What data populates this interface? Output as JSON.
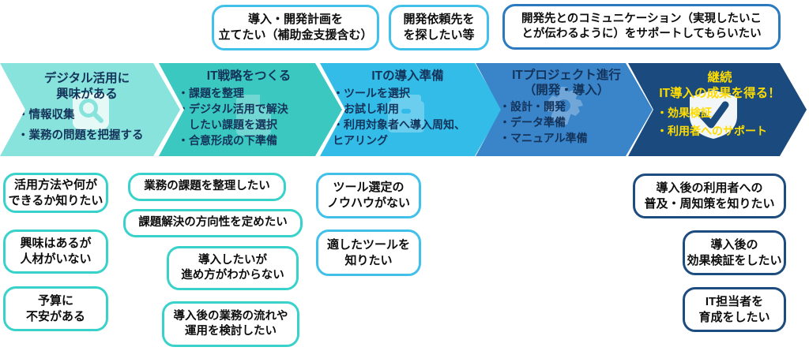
{
  "colors": {
    "stage1_fill": "#87E3DC",
    "stage2_fill": "#3BC8C1",
    "stage3_fill": "#33BCE8",
    "stage4_fill": "#3A84C9",
    "stage5_fill": "#1B4B7E",
    "stage_text": "#14335A",
    "stage5_text": "#FFDC00",
    "border_sky": "#41C1EA",
    "border_blue": "#2B7AC0",
    "border_turquoise": "#38D2CB",
    "border_navy": "#1D4C7E"
  },
  "top_callouts": [
    {
      "lines": [
        "導入・開発計画を",
        "立てたい（補助金支援含む）"
      ]
    },
    {
      "lines": [
        "開発依頼先を",
        "を探したい等"
      ]
    },
    {
      "lines": [
        "開発先とのコミュニケーション（実現したいこ",
        "とが伝わるように）をサポートしてもらいたい"
      ]
    }
  ],
  "stages": [
    {
      "title_lines": [
        "デジタル活用に",
        "興味がある"
      ],
      "bullets": [
        "・情報収集",
        "・業務の問題を把握する"
      ],
      "icon": "magnifier-icon",
      "fill": "#87E3DC"
    },
    {
      "title_lines": [
        "IT戦略をつくる"
      ],
      "bullets": [
        "・課題を整理",
        "・デジタル活用で解決",
        "　したい課題を選択",
        "・合意形成の下準備"
      ],
      "icon": "document-icon",
      "fill": "#3BC8C1"
    },
    {
      "title_lines": [
        "ITの導入準備"
      ],
      "bullets": [
        "・ツールを選択",
        "・お試し利用",
        "・利用対象者へ導入周知、",
        "ヒアリング"
      ],
      "icon": "package-icon",
      "fill": "#33BCE8"
    },
    {
      "title_lines": [
        "ITプロジェクト進行",
        "（開発・導入）"
      ],
      "bullets": [
        "・設計・開発",
        "・データ準備",
        "・マニュアル準備"
      ],
      "icon": "gear-icon",
      "fill": "#3A84C9"
    },
    {
      "title_lines": [
        "継続",
        "IT導入の成果を得る！"
      ],
      "bullets": [
        "・効果検証",
        "・利用者へのサポート"
      ],
      "icon": "shield-check-icon",
      "fill": "#1B4B7E",
      "text_color": "#FFDC00"
    }
  ],
  "bottom_callouts": {
    "column1": [
      {
        "lines": [
          "活用方法や何が",
          "できるか知りたい"
        ]
      },
      {
        "lines": [
          "興味はあるが",
          "人材がいない"
        ]
      },
      {
        "lines": [
          "予算に",
          "不安がある"
        ]
      }
    ],
    "column2": [
      {
        "lines": [
          "業務の課題を整理したい"
        ]
      },
      {
        "lines": [
          "課題解決の方向性を定めたい"
        ]
      },
      {
        "lines": [
          "導入したいが",
          "進め方がわからない"
        ]
      },
      {
        "lines": [
          "導入後の業務の流れや",
          "運用を検討したい"
        ]
      }
    ],
    "column3": [
      {
        "lines": [
          "ツール選定の",
          "ノウハウがない"
        ]
      },
      {
        "lines": [
          "適したツールを",
          "知りたい"
        ]
      }
    ],
    "column4": [
      {
        "lines": [
          "導入後の利用者への",
          "普及・周知策を知りたい"
        ]
      },
      {
        "lines": [
          "導入後の",
          "効果検証をしたい"
        ]
      },
      {
        "lines": [
          "IT担当者を",
          "育成をしたい"
        ]
      }
    ]
  }
}
